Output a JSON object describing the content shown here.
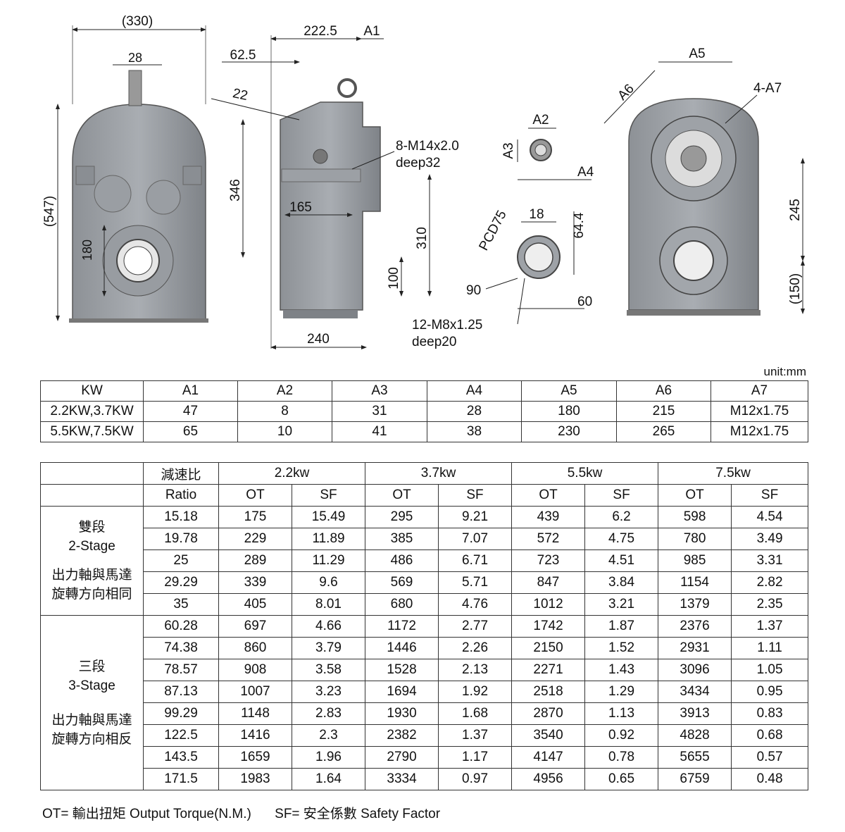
{
  "drawing": {
    "front_view": {
      "width": "(330)",
      "shaft_key": "28",
      "height": "(547)",
      "bore": "180"
    },
    "side_view": {
      "d1": "222.5",
      "d2": "A1",
      "d3": "62.5",
      "hole": "22",
      "h1": "346",
      "d4": "165",
      "h2": "310",
      "h3": "100",
      "base": "240",
      "tap_line1": "8-M14x2.0",
      "tap_line2": "deep32"
    },
    "shaft_view": {
      "a2": "A2",
      "a3": "A3",
      "a4": "A4"
    },
    "flange_view": {
      "pcd": "PCD75",
      "key": "18",
      "h": "64.4",
      "od": "90",
      "id": "60",
      "tap_line1": "12-M8x1.25",
      "tap_line2": "deep20"
    },
    "rear_view": {
      "a5": "A5",
      "a6": "A6",
      "a7": "4-A7",
      "h1": "245",
      "h2": "(150)"
    }
  },
  "unit_label": "unit:mm",
  "dims_table": {
    "headers": [
      "KW",
      "A1",
      "A2",
      "A3",
      "A4",
      "A5",
      "A6",
      "A7"
    ],
    "rows": [
      [
        "2.2KW,3.7KW",
        "47",
        "8",
        "31",
        "28",
        "180",
        "215",
        "M12x1.75"
      ],
      [
        "5.5KW,7.5KW",
        "65",
        "10",
        "41",
        "38",
        "230",
        "265",
        "M12x1.75"
      ]
    ]
  },
  "perf_table": {
    "ratio_cn": "減速比",
    "ratio_en": "Ratio",
    "powers": [
      "2.2kw",
      "3.7kw",
      "5.5kw",
      "7.5kw"
    ],
    "ot": "OT",
    "sf": "SF",
    "stage2": {
      "line1": "雙段",
      "line2": "2-Stage",
      "line3": "出力軸與馬達",
      "line4": "旋轉方向相同"
    },
    "stage3": {
      "line1": "三段",
      "line2": "3-Stage",
      "line3": "出力軸與馬達",
      "line4": "旋轉方向相反"
    },
    "rows": [
      [
        "15.18",
        "175",
        "15.49",
        "295",
        "9.21",
        "439",
        "6.2",
        "598",
        "4.54"
      ],
      [
        "19.78",
        "229",
        "11.89",
        "385",
        "7.07",
        "572",
        "4.75",
        "780",
        "3.49"
      ],
      [
        "25",
        "289",
        "11.29",
        "486",
        "6.71",
        "723",
        "4.51",
        "985",
        "3.31"
      ],
      [
        "29.29",
        "339",
        "9.6",
        "569",
        "5.71",
        "847",
        "3.84",
        "1154",
        "2.82"
      ],
      [
        "35",
        "405",
        "8.01",
        "680",
        "4.76",
        "1012",
        "3.21",
        "1379",
        "2.35"
      ],
      [
        "60.28",
        "697",
        "4.66",
        "1172",
        "2.77",
        "1742",
        "1.87",
        "2376",
        "1.37"
      ],
      [
        "74.38",
        "860",
        "3.79",
        "1446",
        "2.26",
        "2150",
        "1.52",
        "2931",
        "1.11"
      ],
      [
        "78.57",
        "908",
        "3.58",
        "1528",
        "2.13",
        "2271",
        "1.43",
        "3096",
        "1.05"
      ],
      [
        "87.13",
        "1007",
        "3.23",
        "1694",
        "1.92",
        "2518",
        "1.29",
        "3434",
        "0.95"
      ],
      [
        "99.29",
        "1148",
        "2.83",
        "1930",
        "1.68",
        "2870",
        "1.13",
        "3913",
        "0.83"
      ],
      [
        "122.5",
        "1416",
        "2.3",
        "2382",
        "1.37",
        "3540",
        "0.92",
        "4828",
        "0.68"
      ],
      [
        "143.5",
        "1659",
        "1.96",
        "2790",
        "1.17",
        "4147",
        "0.78",
        "5655",
        "0.57"
      ],
      [
        "171.5",
        "1983",
        "1.64",
        "3334",
        "0.97",
        "4956",
        "0.65",
        "6759",
        "0.48"
      ]
    ]
  },
  "footer": {
    "ot_note": "OT= 輸出扭矩 Output Torque(N.M.)",
    "sf_note": "SF= 安全係數 Safety Factor"
  }
}
